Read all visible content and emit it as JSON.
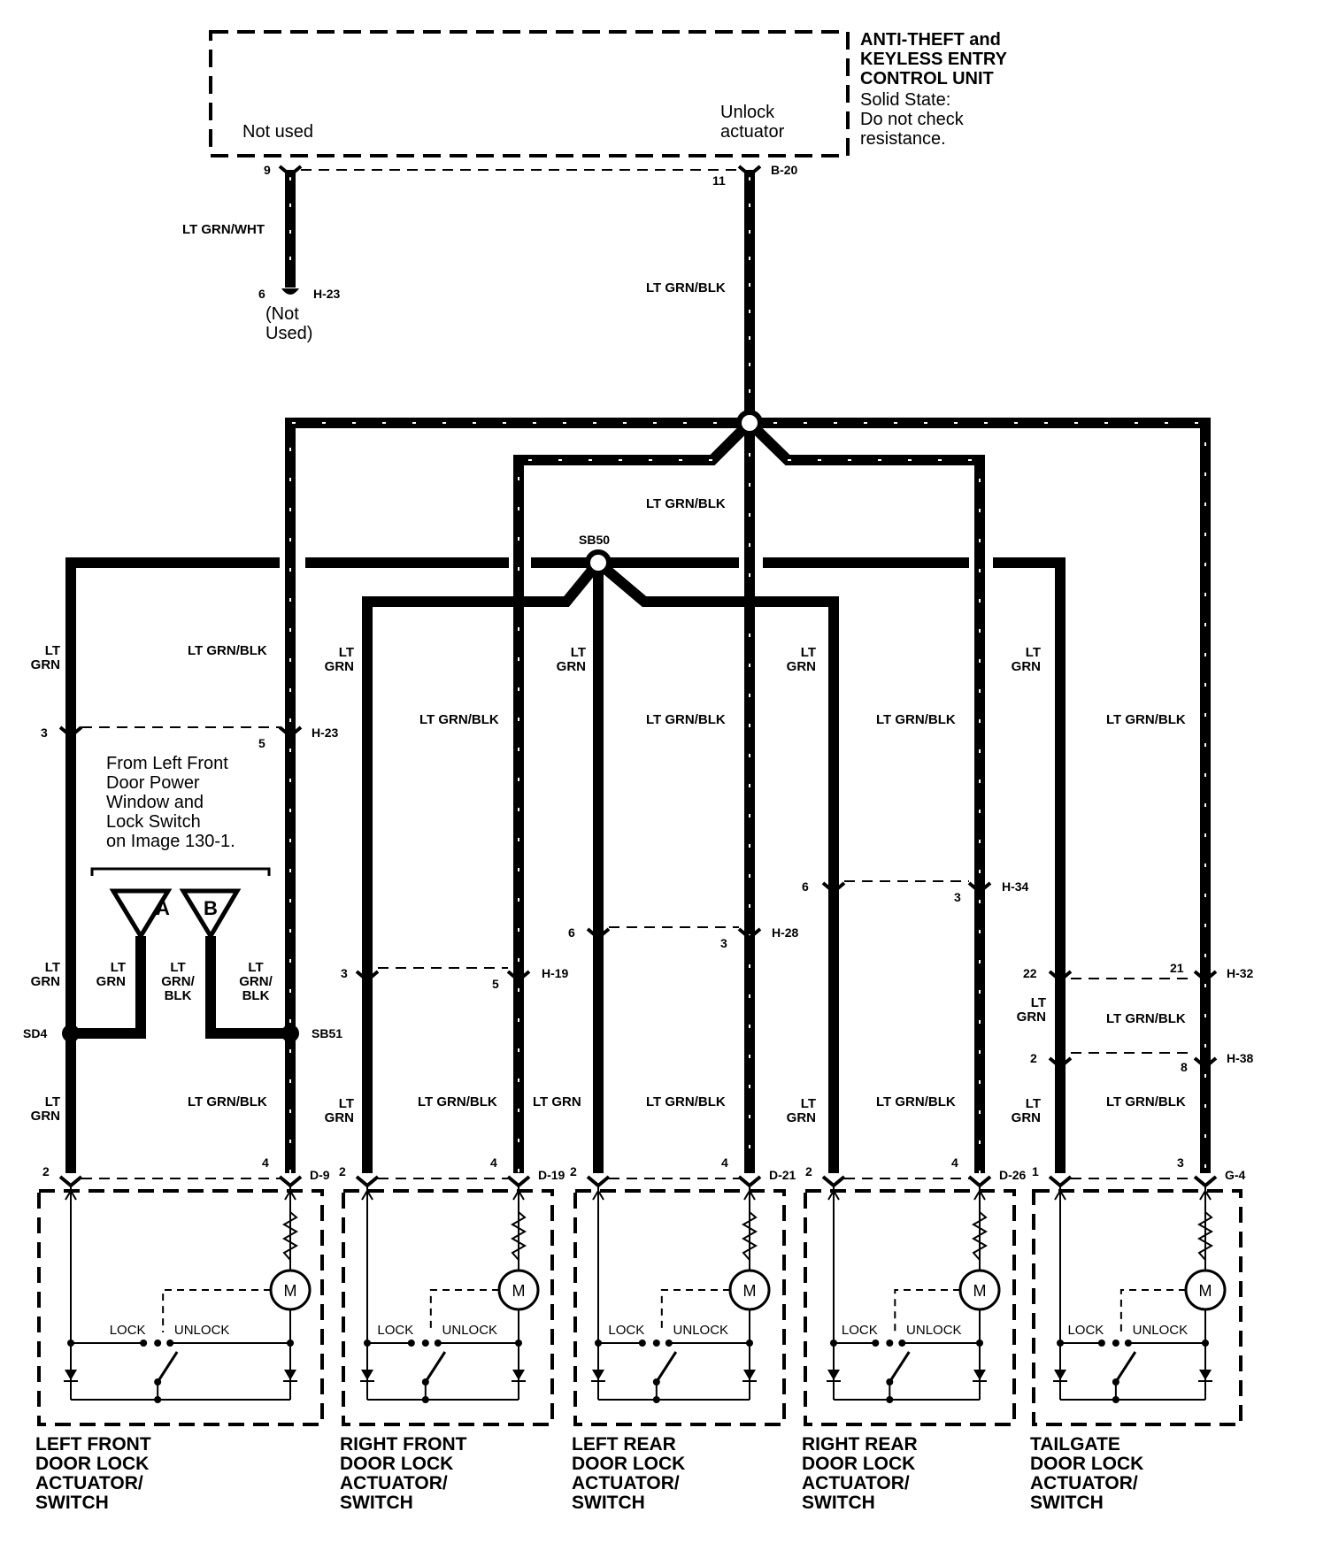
{
  "control_unit": {
    "title": [
      "ANTI-THEFT and",
      "KEYLESS ENTRY",
      "CONTROL UNIT"
    ],
    "note": [
      "Solid State:",
      "Do not check",
      "resistance."
    ],
    "left_terminal": "Not used",
    "right_terminal": [
      "Unlock",
      "actuator"
    ],
    "pin_left": "9",
    "pin_right": "11",
    "connector": "B-20"
  },
  "not_used_branch": {
    "wire": "LT GRN/WHT",
    "pin": "6",
    "connector": "H-23",
    "note": [
      "(Not",
      "Used)"
    ]
  },
  "splices": {
    "main": "",
    "sb50": "SB50",
    "sd4": "SD4",
    "sb51": "SB51"
  },
  "wire_colors": {
    "lt_grn_blk": "LT GRN/BLK",
    "lt_grn": [
      "LT",
      "GRN"
    ],
    "lt_grn_inline": "LT GRN",
    "lt_grn_slash": [
      "LT",
      "GRN/",
      "BLK"
    ]
  },
  "left_front_switch_note": [
    "From Left Front",
    "Door Power",
    "Window and",
    "Lock Switch",
    "on Image 130-1."
  ],
  "inputs": [
    "A",
    "B"
  ],
  "connectors": {
    "h23": {
      "left": "3",
      "right": "5",
      "name": "H-23"
    },
    "h19": {
      "left": "3",
      "right": "5",
      "name": "H-19"
    },
    "h28": {
      "left": "6",
      "right": "3",
      "name": "H-28"
    },
    "h34": {
      "left": "6",
      "right": "3",
      "name": "H-34"
    },
    "h32": {
      "left": "22",
      "right": "21",
      "name": "H-32"
    },
    "h38": {
      "left": "2",
      "right": "8",
      "name": "H-38"
    }
  },
  "actuators": [
    {
      "name": [
        "LEFT FRONT",
        "DOOR LOCK",
        "ACTUATOR/",
        "SWITCH"
      ],
      "pin_a": "2",
      "pin_b": "4",
      "connector": "D-9"
    },
    {
      "name": [
        "RIGHT FRONT",
        "DOOR LOCK",
        "ACTUATOR/",
        "SWITCH"
      ],
      "pin_a": "2",
      "pin_b": "4",
      "connector": "D-19"
    },
    {
      "name": [
        "LEFT REAR",
        "DOOR LOCK",
        "ACTUATOR/",
        "SWITCH"
      ],
      "pin_a": "2",
      "pin_b": "4",
      "connector": "D-21"
    },
    {
      "name": [
        "RIGHT REAR",
        "DOOR LOCK",
        "ACTUATOR/",
        "SWITCH"
      ],
      "pin_a": "2",
      "pin_b": "4",
      "connector": "D-26"
    },
    {
      "name": [
        "TAILGATE",
        "DOOR LOCK",
        "ACTUATOR/",
        "SWITCH"
      ],
      "pin_a": "1",
      "pin_b": "3",
      "connector": "G-4"
    }
  ],
  "switch_labels": {
    "lock": "LOCK",
    "unlock": "UNLOCK",
    "motor": "M"
  }
}
